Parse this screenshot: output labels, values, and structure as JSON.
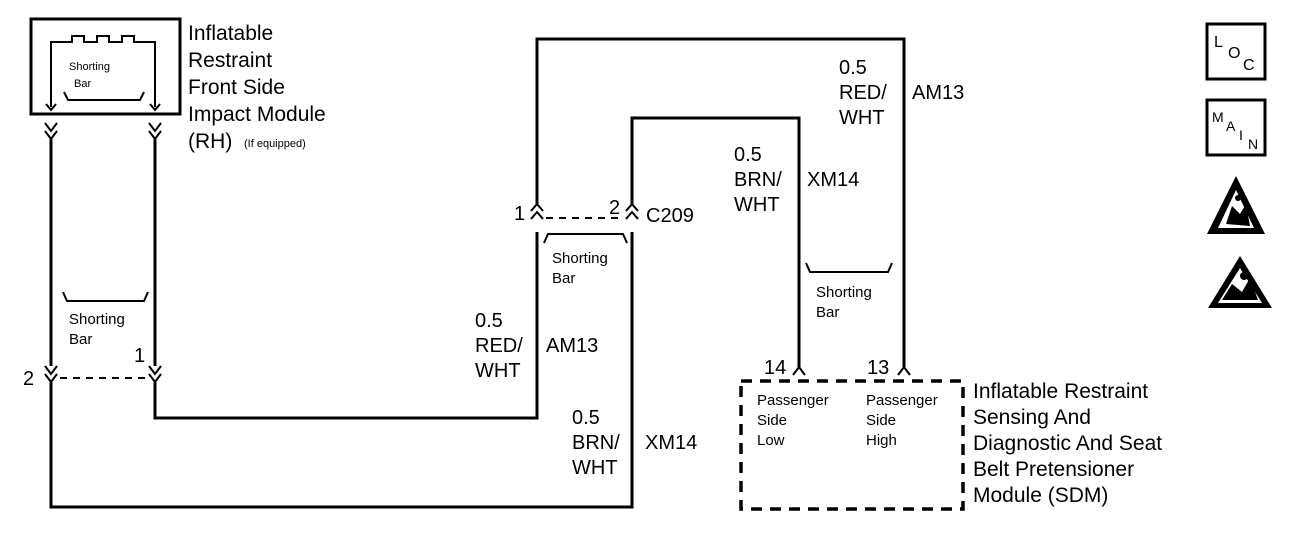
{
  "module_rh": {
    "title_lines": [
      "Inflatable",
      "Restraint",
      "Front Side",
      "Impact Module",
      "(RH)"
    ],
    "note": "(If equipped)",
    "shorting_bar_lines": [
      "Shorting",
      "Bar"
    ]
  },
  "rh_connector": {
    "shorting_bar_lines": [
      "Shorting",
      "Bar"
    ],
    "pin_left": "2",
    "pin_right": "1"
  },
  "c209": {
    "name": "C209",
    "pin_left": "1",
    "pin_right": "2",
    "shorting_bar_lines": [
      "Shorting",
      "Bar"
    ]
  },
  "wires": {
    "am13_top": {
      "gauge": "0.5",
      "color_lines": [
        "RED/",
        "WHT"
      ],
      "circuit": "AM13"
    },
    "am13_mid": {
      "gauge": "0.5",
      "color_lines": [
        "RED/",
        "WHT"
      ],
      "circuit": "AM13"
    },
    "xm14_top": {
      "gauge": "0.5",
      "color_lines": [
        "BRN/",
        "WHT"
      ],
      "circuit": "XM14"
    },
    "xm14_bot": {
      "gauge": "0.5",
      "color_lines": [
        "BRN/",
        "WHT"
      ],
      "circuit": "XM14"
    }
  },
  "sdm_connector": {
    "shorting_bar_lines": [
      "Shorting",
      "Bar"
    ],
    "pin_14": "14",
    "pin_13": "13"
  },
  "sdm": {
    "title_lines": [
      "Inflatable Restraint",
      "Sensing And",
      "Diagnostic And Seat",
      "Belt Pretensioner",
      "Module  (SDM)"
    ],
    "pin14_label_lines": [
      "Passenger",
      "Side",
      "Low"
    ],
    "pin13_label_lines": [
      "Passenger",
      "Side",
      "High"
    ]
  },
  "side_icons": {
    "loc": {
      "letters": [
        "L",
        "O",
        "C"
      ]
    },
    "main": {
      "letters": [
        "M",
        "A",
        "I",
        "N"
      ]
    },
    "icons": [
      "esd-warning-icon",
      "airbag-warning-icon"
    ]
  }
}
